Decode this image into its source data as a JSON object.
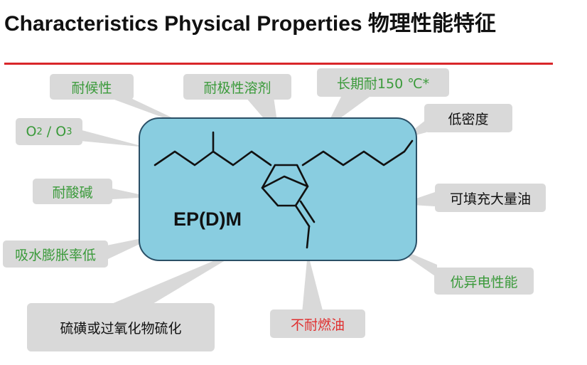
{
  "title": "Characteristics Physical Properties 物理性能特征",
  "center_label": "EP(D)M",
  "labels": {
    "weather": "耐候性",
    "polar_solvents": "耐极性溶剂",
    "heat": "长期耐150 ℃*",
    "ozone_main": "O",
    "ozone_sub1": "2",
    "ozone_sep": " / O",
    "ozone_sub2": "3",
    "low_density": "低密度",
    "acid_alkali": "耐酸碱",
    "oil_extension": "可填充大量油",
    "low_swelling": "吸水膨胀率低",
    "electrical": "优异电性能",
    "vulcanization": "硫磺或过氧化物硫化",
    "fuel": "不耐燃油"
  },
  "colors": {
    "rule": "#d9262a",
    "core_fill": "#89cde0",
    "callout_fill": "#d9d9d9",
    "positive_text": "#3a9a3a",
    "negative_text": "#e03030",
    "neutral_text": "#111111",
    "bond": "#111111"
  }
}
